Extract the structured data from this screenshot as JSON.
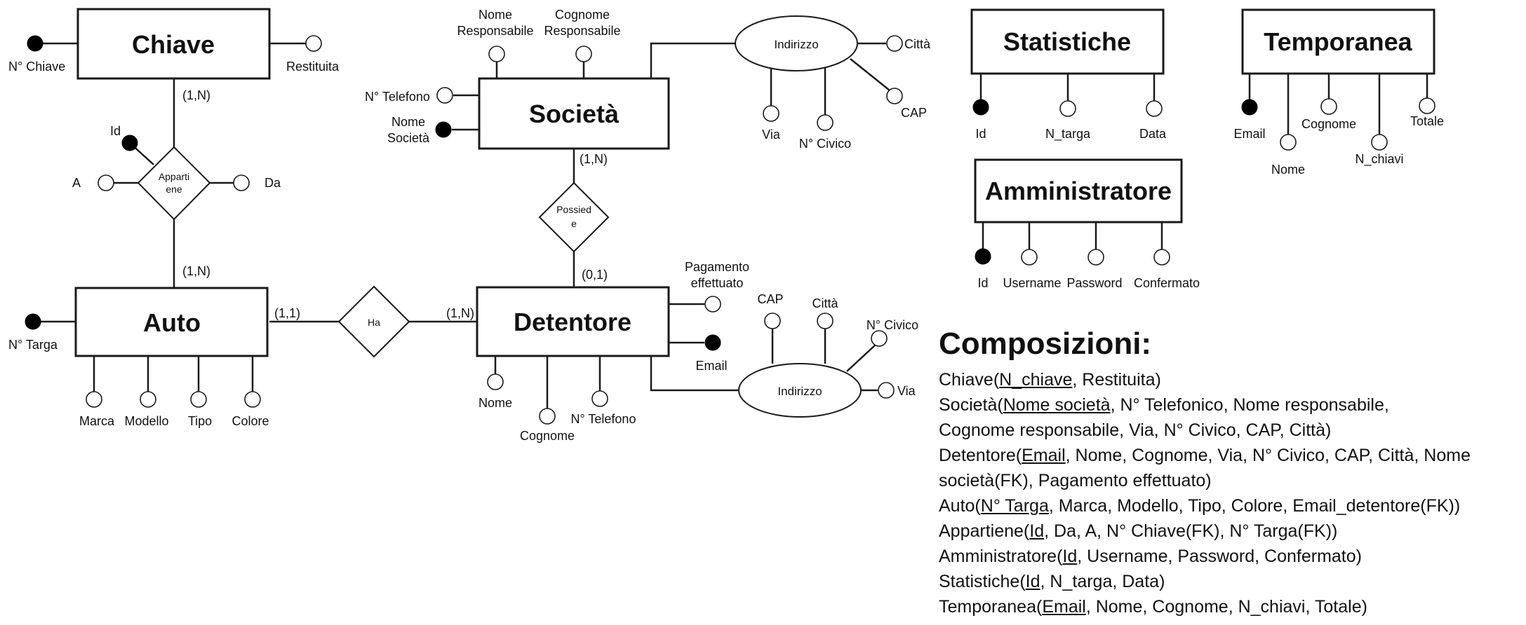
{
  "entities": {
    "chiave": "Chiave",
    "societa": "Società",
    "detentore": "Detentore",
    "auto": "Auto",
    "statistiche": "Statistiche",
    "temporanea": "Temporanea",
    "amministratore": "Amministratore"
  },
  "relationships": {
    "appartiene": [
      "Apparti",
      "ene"
    ],
    "possiede": [
      "Possied",
      "e"
    ],
    "ha": [
      "Ha"
    ]
  },
  "composite_attributes": {
    "indirizzo_societa": "Indirizzo",
    "indirizzo_detentore": "Indirizzo"
  },
  "cardinalities": {
    "chiave_appartiene": "(1,N)",
    "auto_appartiene": "(1,N)",
    "auto_ha": "(1,1)",
    "detentore_ha": "(1,N)",
    "societa_possiede": "(1,N)",
    "detentore_possiede": "(0,1)"
  },
  "attributes": {
    "chiave": {
      "key": "N° Chiave",
      "restituita": "Restituita"
    },
    "appartiene": {
      "key": "Id",
      "a": "A",
      "da": "Da"
    },
    "societa": {
      "nome_responsabile": [
        "Nome",
        "Responsabile"
      ],
      "cognome_responsabile": [
        "Cognome",
        "Responsabile"
      ],
      "telefono": "N° Telefono",
      "key": [
        "Nome",
        "Società"
      ],
      "citta": "Città",
      "cap": "CAP",
      "via": "Via",
      "civico": "N° Civico"
    },
    "auto": {
      "key": "N° Targa",
      "marca": "Marca",
      "modello": "Modello",
      "tipo": "Tipo",
      "colore": "Colore"
    },
    "detentore": {
      "pagamento": [
        "Pagamento",
        "effettuato"
      ],
      "key": "Email",
      "nome": "Nome",
      "cognome": "Cognome",
      "telefono": "N° Telefono",
      "cap": "CAP",
      "citta": "Città",
      "civico": "N° Civico",
      "via": "Via"
    },
    "statistiche": {
      "key": "Id",
      "n_targa": "N_targa",
      "data": "Data"
    },
    "temporanea": {
      "key": "Email",
      "nome": "Nome",
      "cognome": "Cognome",
      "n_chiavi": "N_chiavi",
      "totale": "Totale"
    },
    "amministratore": {
      "key": "Id",
      "username": "Username",
      "password": "Password",
      "confermato": "Confermato"
    }
  },
  "compositions": {
    "title": "Composizioni:",
    "lines": [
      [
        {
          "t": "Chiave("
        },
        {
          "t": "N_chiave",
          "u": true
        },
        {
          "t": ", Restituita)"
        }
      ],
      [
        {
          "t": "Società("
        },
        {
          "t": "Nome società",
          "u": true
        },
        {
          "t": ", N° Telefonico, Nome responsabile,"
        }
      ],
      [
        {
          "t": "Cognome responsabile, Via, N° Civico, CAP, Città)"
        }
      ],
      [
        {
          "t": "Detentore("
        },
        {
          "t": "Email",
          "u": true
        },
        {
          "t": ", Nome, Cognome, Via, N° Civico, CAP, Città, Nome"
        }
      ],
      [
        {
          "t": "società(FK), Pagamento effettuato)"
        }
      ],
      [
        {
          "t": "Auto("
        },
        {
          "t": "N° Targa",
          "u": true
        },
        {
          "t": ", Marca, Modello, Tipo, Colore, Email_detentore(FK))"
        }
      ],
      [
        {
          "t": "Appartiene("
        },
        {
          "t": "Id",
          "u": true
        },
        {
          "t": ", Da, A, N° Chiave(FK), N° Targa(FK))"
        }
      ],
      [
        {
          "t": "Amministratore("
        },
        {
          "t": "Id",
          "u": true
        },
        {
          "t": ", Username, Password, Confermato)"
        }
      ],
      [
        {
          "t": "Statistiche("
        },
        {
          "t": "Id",
          "u": true
        },
        {
          "t": ", N_targa, Data)"
        }
      ],
      [
        {
          "t": "Temporanea("
        },
        {
          "t": "Email",
          "u": true
        },
        {
          "t": ", Nome, Cognome, N_chiavi, Totale)"
        }
      ]
    ]
  }
}
